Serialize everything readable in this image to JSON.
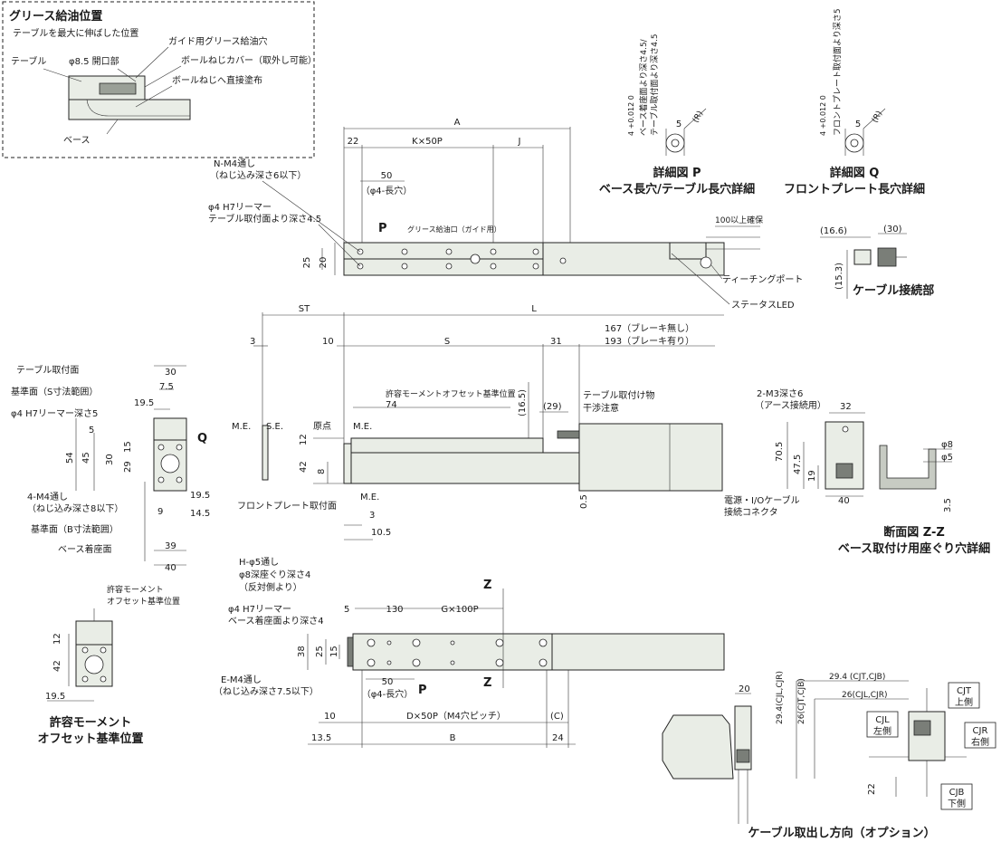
{
  "grease_box": {
    "title": "グリース給油位置",
    "subtitle": "テーブルを最大に伸ばした位置",
    "table": "テーブル",
    "opening": "φ8.5 開口部",
    "guide_hole": "ガイド用グリース給油穴",
    "ballscrew_cover": "ボールねじカバー（取外し可能）",
    "apply": "ボールねじへ直接塗布",
    "base": "ベース"
  },
  "top_view": {
    "dim_A": "A",
    "dim_22": "22",
    "dim_KP": "K×50P",
    "dim_J": "J",
    "n_m4": "N-M4通し",
    "n_m4_note": "（ねじ込み深さ6以下）",
    "dim_50": "50",
    "long_hole": "（φ4-長穴）",
    "reamer": "φ4 H7リーマー",
    "reamer_note": "テーブル取付面より深さ4.5",
    "P": "P",
    "grease_port": "グリース給油口（ガイド用）",
    "dim_25": "25",
    "dim_20": "20",
    "keep_100": "100以上確保",
    "teaching_port": "ティーチングポート",
    "status_led": "ステータスLED"
  },
  "detail_p": {
    "tol": "4 +0.012 0",
    "note1": "ベース着座面より深さ4.5/",
    "note2": "テーブル取付面より深さ4.5",
    "dim_5": "5",
    "R": "(R)",
    "title1": "詳細図 P",
    "title2": "ベース長穴/テーブル長穴詳細"
  },
  "detail_q": {
    "tol": "4 +0.012 0",
    "note1": "フロントプレート取付面より深さ5",
    "dim_5": "5",
    "R": "(R)",
    "title1": "詳細図 Q",
    "title2": "フロントプレート長穴詳細"
  },
  "cable_conn": {
    "d1": "(16.6)",
    "d2": "(30)",
    "d3": "(15.3)",
    "title": "ケーブル接続部"
  },
  "side_view": {
    "ST": "ST",
    "L": "L",
    "d3": "3",
    "d10": "10",
    "S": "S",
    "d31": "31",
    "brake1": "167（ブレーキ無し）",
    "brake2": "193（ブレーキ有り）",
    "moment_ref": "許容モーメントオフセット基準位置",
    "d74": "74",
    "d16_5": "(16.5)",
    "d29": "(29)",
    "bracket1": "テーブル取付け物",
    "bracket2": "干渉注意",
    "ME": "M.E.",
    "SE": "S.E.",
    "origin": "原点",
    "ME2": "M.E.",
    "d12": "12",
    "d42": "42",
    "d8": "8",
    "front_plate": "フロントプレート取付面",
    "ME3": "M.E.",
    "d3b": "3",
    "d10_5": "10.5",
    "d0_5": "0.5"
  },
  "front_view": {
    "table_face": "テーブル取付面",
    "ref_s": "基準面（S寸法範囲）",
    "reamer5": "φ4 H7リーマー深さ5",
    "d30": "30",
    "d7_5": "7.5",
    "d19_5": "19.5",
    "Q": "Q",
    "d54": "54",
    "d45": "45",
    "d30b": "30",
    "d29": "29",
    "d15": "15",
    "d5": "5",
    "m4": "4-M4通し",
    "m4_note": "（ねじ込み深さ8以下）",
    "ref_b": "基準面（B寸法範囲）",
    "base_face": "ベース着座面",
    "d9": "9",
    "d19_5b": "19.5",
    "d14_5": "14.5",
    "d39": "39",
    "d40": "40"
  },
  "moment_view": {
    "label1": "許容モーメント",
    "label2": "オフセット基準位置",
    "d12": "12",
    "d42": "42",
    "d19_5": "19.5",
    "title1": "許容モーメント",
    "title2": "オフセット基準位置"
  },
  "bottom_view": {
    "h_hole": "H-φ5通し",
    "h_note1": "φ8深座ぐり深さ4",
    "h_note2": "（反対側より）",
    "reamer": "φ4 H7リーマー",
    "reamer_note": "ベース着座面より深さ4",
    "d5": "5",
    "d130": "130",
    "dG": "G×100P",
    "Z": "Z",
    "d38": "38",
    "d25": "25",
    "d15": "15",
    "e_m4": "E-M4通し",
    "e_note": "（ねじ込み深さ7.5以下）",
    "d50": "50",
    "long_hole": "（φ4-長穴）",
    "P": "P",
    "d10": "10",
    "dD": "D×50P（M4穴ピッチ）",
    "dC": "(C)",
    "d13_5": "13.5",
    "dB": "B",
    "d24": "24"
  },
  "section_z": {
    "m3": "2-M3深さ6",
    "earth": "（アース接続用）",
    "d32": "32",
    "d70_5": "70.5",
    "d47_5": "47.5",
    "d19": "19",
    "d40": "40",
    "power": "電源・I/Oケーブル",
    "connector": "接続コネクタ",
    "phi8": "φ8",
    "phi5": "φ5",
    "d3_5": "3.5",
    "title1": "断面図 Z-Z",
    "title2": "ベース取付け用座ぐり穴詳細"
  },
  "cable_dir": {
    "d20": "20",
    "d29_4a": "29.4(CJL,CJR)",
    "d26a": "26(CJT,CJB)",
    "d29_4b": "29.4 (CJT,CJB)",
    "d26b": "26(CJL,CJR)",
    "d22": "22",
    "cjt": "CJT",
    "cjt_side": "上側",
    "cjl": "CJL",
    "cjl_side": "左側",
    "cjr": "CJR",
    "cjr_side": "右側",
    "cjb": "CJB",
    "cjb_side": "下側",
    "title": "ケーブル取出し方向（オプション）"
  }
}
